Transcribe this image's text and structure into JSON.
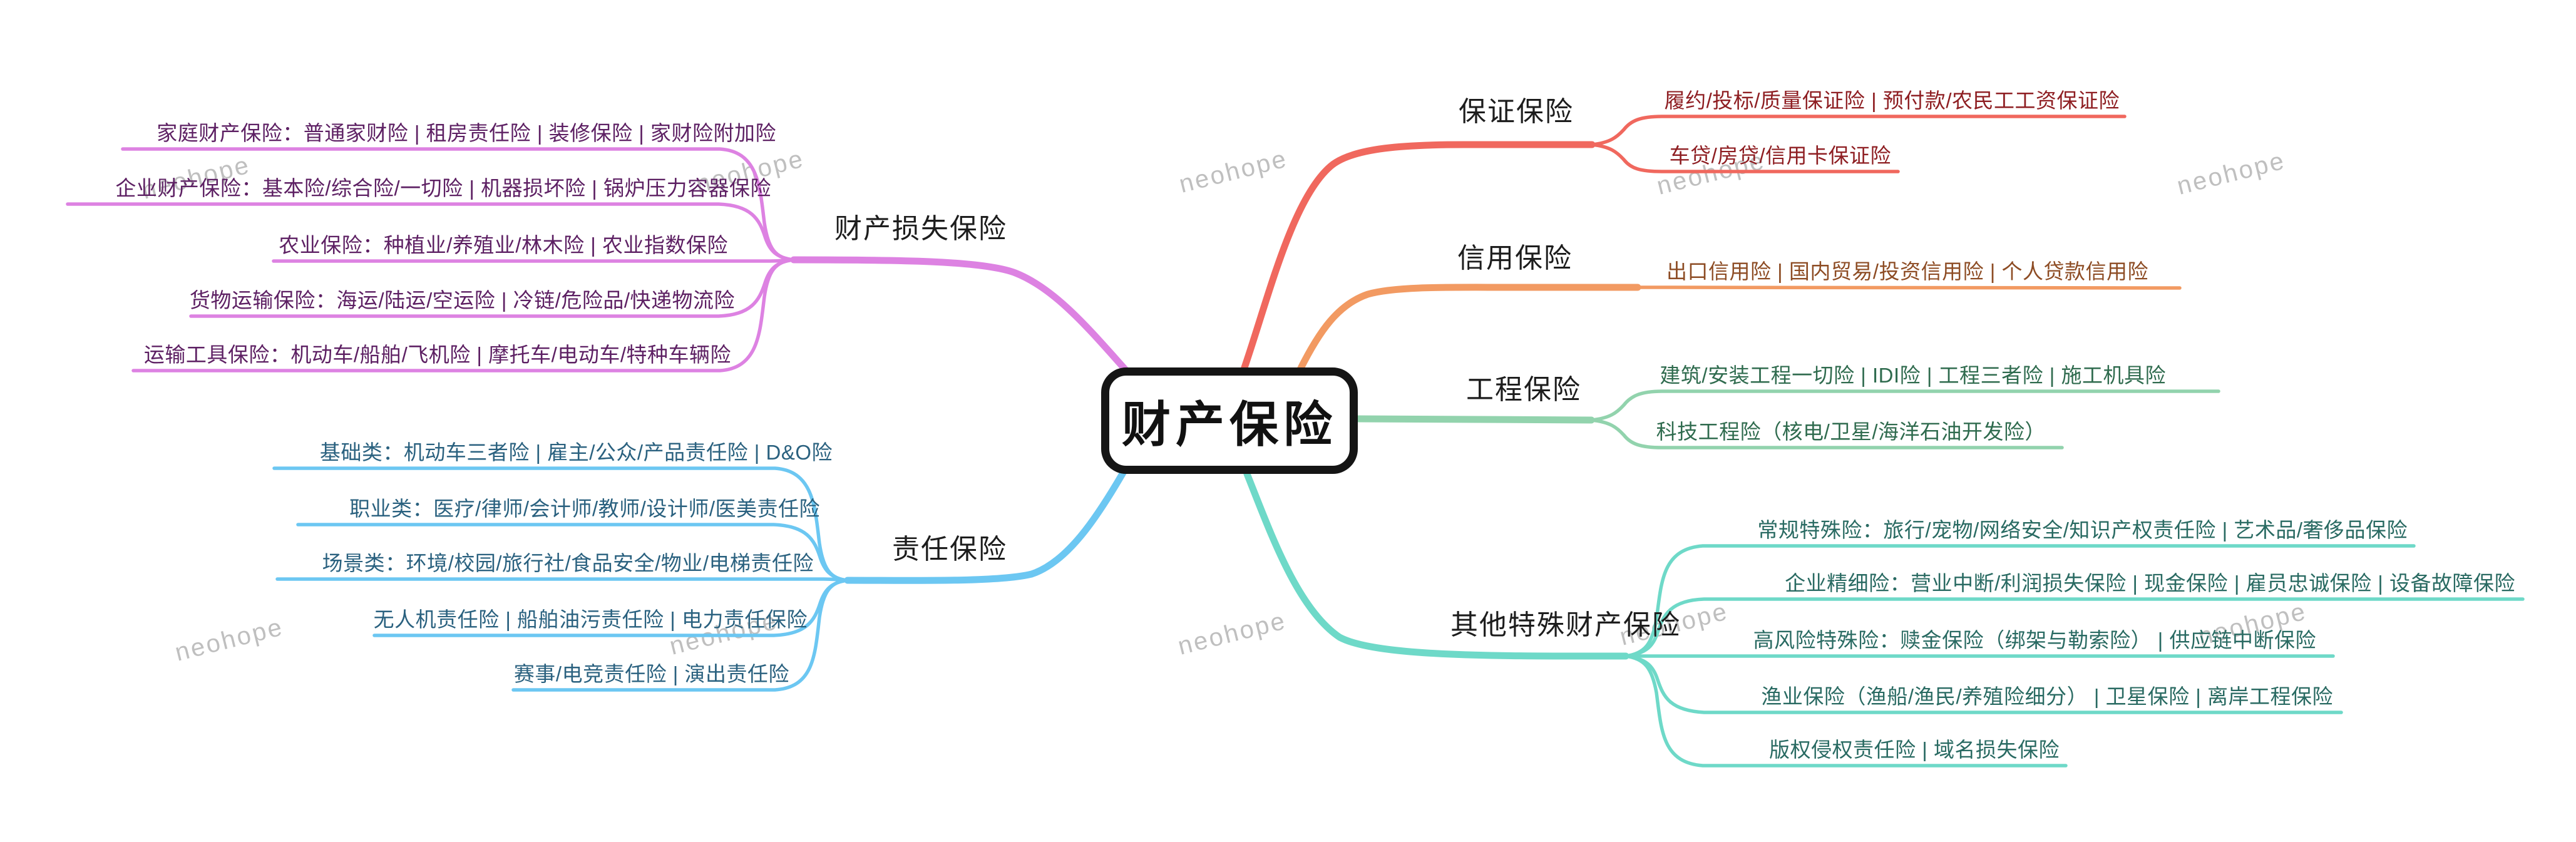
{
  "center": {
    "label": "财产保险",
    "border_color": "#151515",
    "bg_color": "#ffffff",
    "text_color": "#111111"
  },
  "watermark": {
    "text": "neohope",
    "color": "#b5b5b5"
  },
  "branches": [
    {
      "label": "财产损失保险",
      "line_color": "#dd82e2",
      "text_color": "#5d2063",
      "children": [
        "家庭财产保险：普通家财险 | 租房责任险 | 装修保险 | 家财险附加险",
        "企业财产保险：基本险/综合险/一切险 | 机器损坏险 | 锅炉压力容器保险",
        "农业保险：种植业/养殖业/林木险 | 农业指数保险",
        "货物运输保险：海运/陆运/空运险 | 冷链/危险品/快递物流险",
        "运输工具保险：机动车/船舶/飞机险 | 摩托车/电动车/特种车辆险"
      ]
    },
    {
      "label": "责任保险",
      "line_color": "#6cc7f2",
      "text_color": "#2a617f",
      "children": [
        "基础类：机动车三者险 | 雇主/公众/产品责任险 | D&O险",
        "职业类：医疗/律师/会计师/教师/设计师/医美责任险",
        "场景类：环境/校园/旅行社/食品安全/物业/电梯责任险",
        "无人机责任险 | 船舶油污责任险 | 电力责任保险",
        "赛事/电竞责任险 | 演出责任险"
      ]
    },
    {
      "label": "保证保险",
      "line_color": "#f0685e",
      "text_color": "#8e1e22",
      "children": [
        "履约/投标/质量保证险 | 预付款/农民工工资保证险",
        "车贷/房贷/信用卡保证险"
      ]
    },
    {
      "label": "信用保险",
      "line_color": "#f29a62",
      "text_color": "#8d4c24",
      "children": [
        "出口信用险 | 国内贸易/投资信用险 | 个人贷款信用险"
      ]
    },
    {
      "label": "工程保险",
      "line_color": "#92d3ad",
      "text_color": "#2f6b4e",
      "children": [
        "建筑/安装工程一切险 | IDI险 | 工程三者险 | 施工机具险",
        "科技工程险（核电/卫星/海洋石油开发险）"
      ]
    },
    {
      "label": "其他特殊财产保险",
      "line_color": "#6ed9c8",
      "text_color": "#296a62",
      "children": [
        "常规特殊险：旅行/宠物/网络安全/知识产权责任险 | 艺术品/奢侈品保险",
        "企业精细险：营业中断/利润损失保险 | 现金保险 | 雇员忠诚保险 | 设备故障保险",
        "高风险特殊险：赎金保险（绑架与勒索险） | 供应链中断保险",
        "渔业保险（渔船/渔民/养殖险细分） | 卫星保险 | 离岸工程保险",
        "版权侵权责任险 | 域名损失保险"
      ]
    }
  ]
}
